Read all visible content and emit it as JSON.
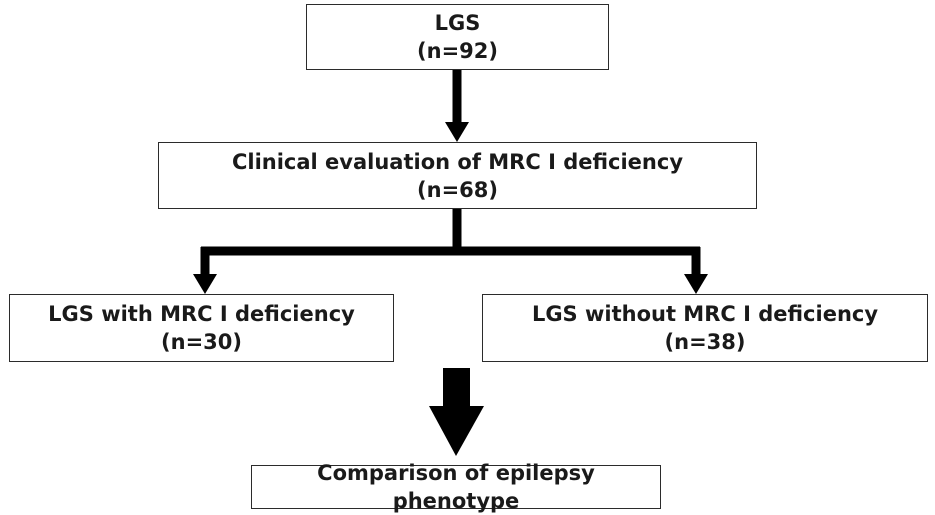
{
  "nodes": {
    "lgs": {
      "title": "LGS",
      "count": "(n=92)"
    },
    "clinical": {
      "title": "Clinical evaluation of MRC I deficiency",
      "count": "(n=68)"
    },
    "with_deficiency": {
      "title": "LGS with MRC I deficiency",
      "count": "(n=30)"
    },
    "without_deficiency": {
      "title": "LGS without MRC I deficiency",
      "count": "(n=38)"
    },
    "comparison": {
      "title": "Comparison of epilepsy phenotype"
    }
  },
  "colors": {
    "arrow": "#000000",
    "box_border": "#2b2b2b",
    "text": "#1a1a1a"
  }
}
